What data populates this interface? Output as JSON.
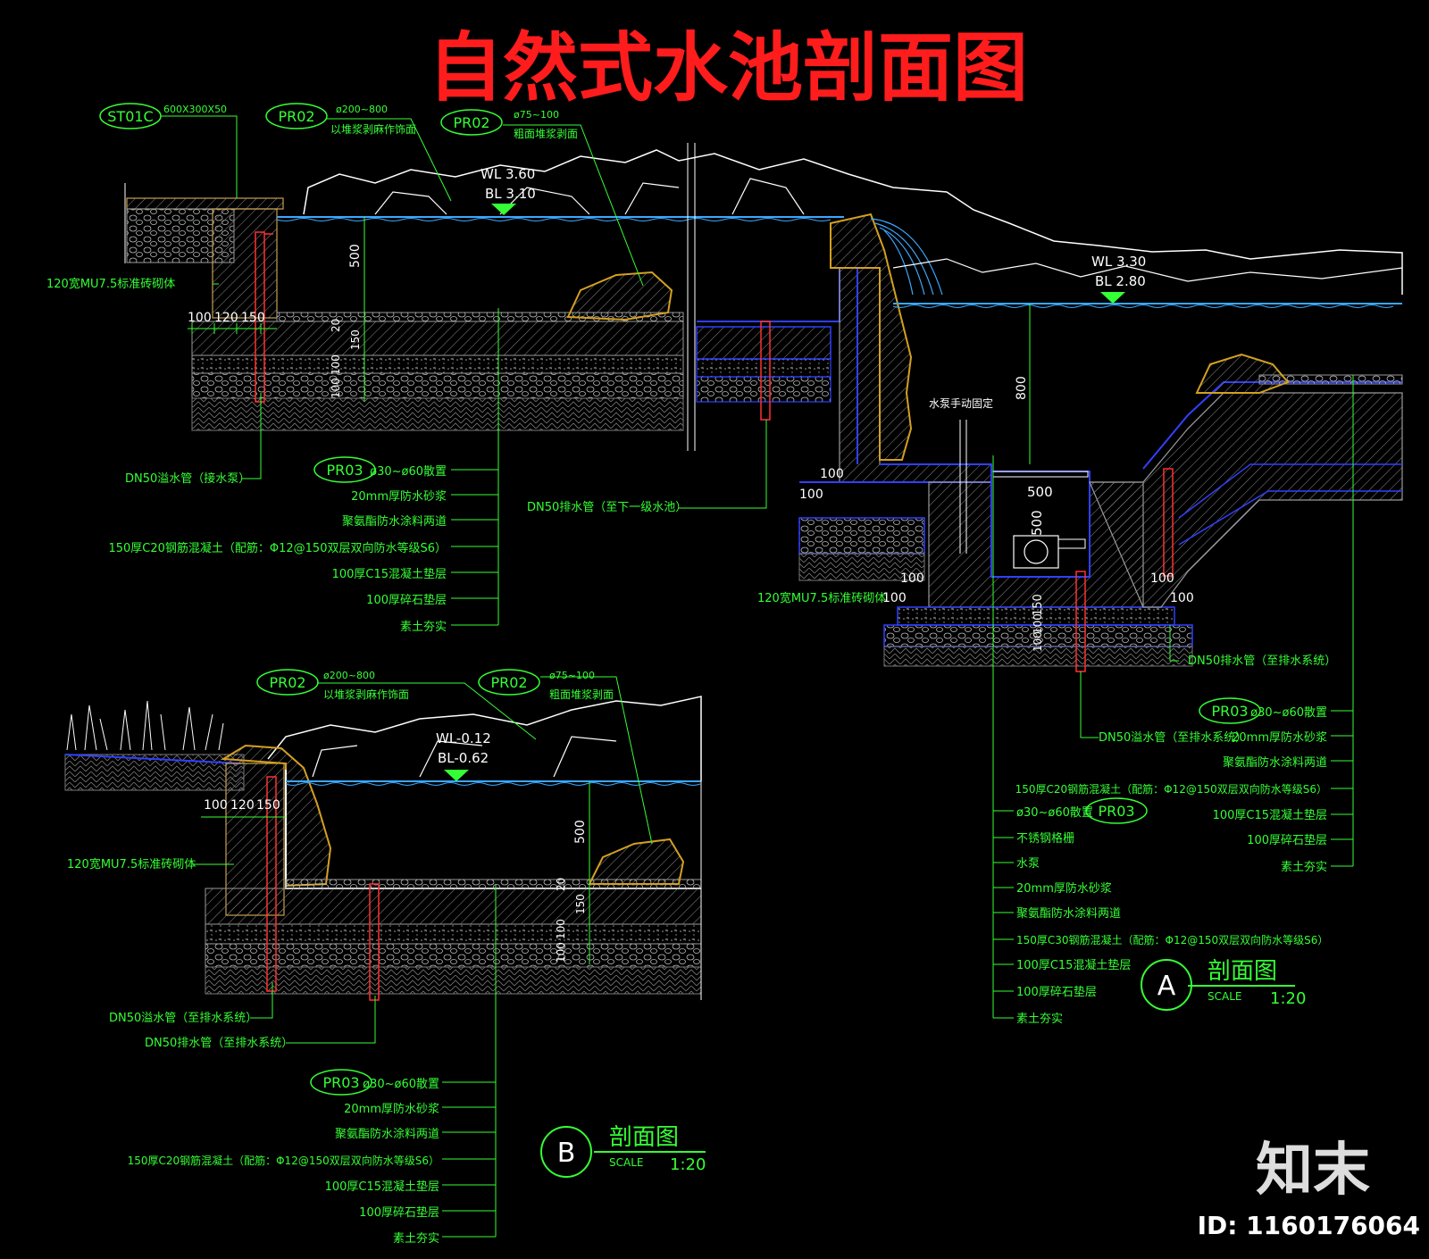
{
  "title": "自然式水池剖面图",
  "brand": {
    "logo_text": "知末",
    "id_text": "ID: 1160176064"
  },
  "colors": {
    "title": "#ff1c1c",
    "annotation": "#35ff35",
    "water": "#3aa8ff",
    "blue_line": "#3040ff",
    "pipe": "#ff3030",
    "rock_fill": "#c8a020",
    "structure": "#9a9a9a",
    "white": "#ffffff"
  },
  "section_a": {
    "top_tags": [
      {
        "code": "ST01C",
        "note": "600X300X50"
      },
      {
        "code": "PR02",
        "note": "ø200~800",
        "note2": "以堆浆剥麻作饰面"
      },
      {
        "code": "PR02",
        "note": "ø75~100",
        "note2": "粗面堆浆剥面"
      }
    ],
    "upper_level": {
      "wl": "WL 3.60",
      "bl": "BL 3.10"
    },
    "lower_level": {
      "wl": "WL 3.30",
      "bl": "BL 2.80"
    },
    "wall_note": "120宽MU7.5标准砖砌体",
    "dims_left": [
      "100",
      "120",
      "150"
    ],
    "dims_vertical": [
      "500",
      "20",
      "150",
      "100",
      "100"
    ],
    "dim_800": "800",
    "dims_box": [
      "500",
      "500"
    ],
    "dims_right": [
      "100",
      "100",
      "100",
      "100",
      "100",
      "100",
      "150",
      "100",
      "100"
    ],
    "pipe_left": "DN50溢水管（接水泵）",
    "pipe_mid": "DN50排水管（至下一级水池）",
    "pipe_right": "DN50排水管（至排水系统）",
    "pipe_right2": "DN50溢水管（至排水系统）",
    "pump_note": "水泵手动固定",
    "wall_note2": "120宽MU7.5标准砖砌体",
    "layers_left": [
      {
        "code": "PR03",
        "text": "ø30~ø60散置"
      },
      {
        "text": "20mm厚防水砂浆"
      },
      {
        "text": "聚氨酯防水涂料两道"
      },
      {
        "text": "150厚C20钢筋混凝土（配筋：Φ12@150双层双向防水等级S6）"
      },
      {
        "text": "100厚C15混凝土垫层"
      },
      {
        "text": "100厚碎石垫层"
      },
      {
        "text": "素土夯实"
      }
    ],
    "layers_right": [
      {
        "code": "PR03",
        "text": "ø30~ø60散置"
      },
      {
        "text": "20mm厚防水砂浆"
      },
      {
        "text": "聚氨酯防水涂料两道"
      },
      {
        "text": "150厚C20钢筋混凝土（配筋：Φ12@150双层双向防水等级S6）"
      },
      {
        "text": "100厚C15混凝土垫层"
      },
      {
        "text": "100厚碎石垫层"
      },
      {
        "text": "素土夯实"
      }
    ],
    "layers_bottom": [
      {
        "code": "PR03",
        "text": "ø30~ø60散置"
      },
      {
        "text": "不锈钢格栅"
      },
      {
        "text": "水泵"
      },
      {
        "text": "20mm厚防水砂浆"
      },
      {
        "text": "聚氨酯防水涂料两道"
      },
      {
        "text": "150厚C30钢筋混凝土（配筋：Φ12@150双层双向防水等级S6）"
      },
      {
        "text": "100厚C15混凝土垫层"
      },
      {
        "text": "100厚碎石垫层"
      },
      {
        "text": "素土夯实"
      }
    ],
    "marker": {
      "letter": "A",
      "label": "剖面图",
      "scale_word": "SCALE",
      "scale": "1:20"
    }
  },
  "section_b": {
    "top_tags": [
      {
        "code": "PR02",
        "note": "ø200~800",
        "note2": "以堆浆剥麻作饰面"
      },
      {
        "code": "PR02",
        "note": "ø75~100",
        "note2": "粗面堆浆剥面"
      }
    ],
    "level": {
      "wl": "WL-0.12",
      "bl": "BL-0.62"
    },
    "dims_left": [
      "100",
      "120",
      "150"
    ],
    "dims_vertical": [
      "500",
      "20",
      "150",
      "100",
      "100"
    ],
    "wall_note": "120宽MU7.5标准砖砌体",
    "pipe1": "DN50溢水管（至排水系统）",
    "pipe2": "DN50排水管（至排水系统）",
    "layers": [
      {
        "code": "PR03",
        "text": "ø30~ø60散置"
      },
      {
        "text": "20mm厚防水砂浆"
      },
      {
        "text": "聚氨酯防水涂料两道"
      },
      {
        "text": "150厚C20钢筋混凝土（配筋：Φ12@150双层双向防水等级S6）"
      },
      {
        "text": "100厚C15混凝土垫层"
      },
      {
        "text": "100厚碎石垫层"
      },
      {
        "text": "素土夯实"
      }
    ],
    "marker": {
      "letter": "B",
      "label": "剖面图",
      "scale_word": "SCALE",
      "scale": "1:20"
    }
  }
}
